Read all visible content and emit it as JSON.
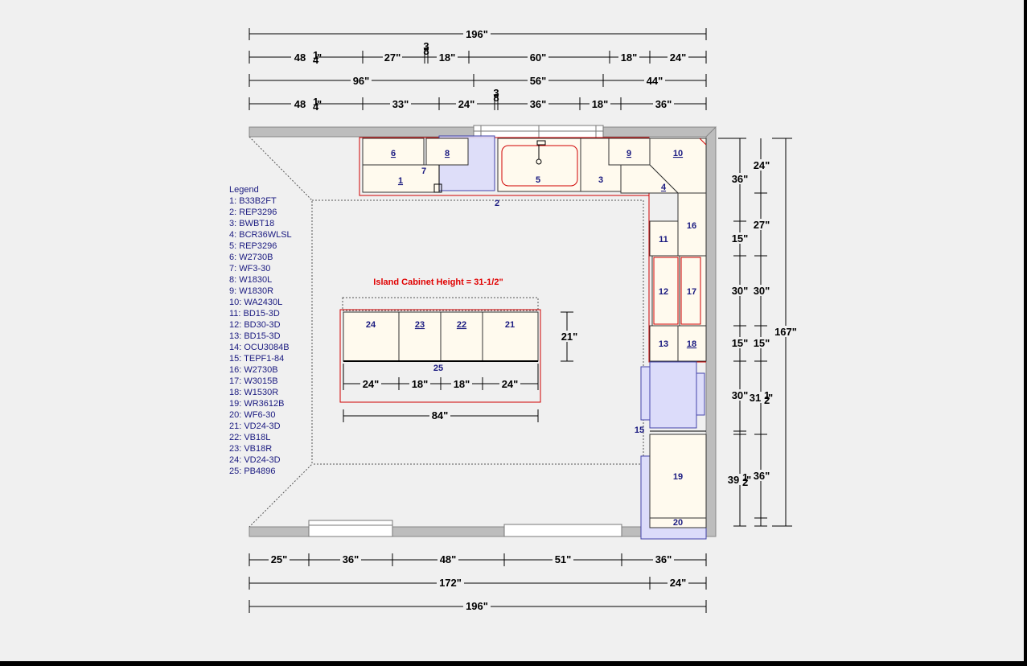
{
  "dims": {
    "top_overall": "196\"",
    "row1": [
      "48",
      "27\"",
      "18\"",
      "60\"",
      "18\"",
      "24\""
    ],
    "row2": [
      "96\"",
      "56\"",
      "44\""
    ],
    "row3": [
      "48",
      "33\"",
      "24\"",
      "36\"",
      "18\"",
      "36\""
    ],
    "bottom1": [
      "25\"",
      "36\"",
      "48\"",
      "51\"",
      "36\""
    ],
    "bottom2": [
      "172\"",
      "24\""
    ],
    "bottom_overall": "196\"",
    "right1": [
      "24\"",
      "27\"",
      "30\"",
      "15\"",
      "31",
      "36\""
    ],
    "right2": [
      "36\"",
      "15\"",
      "30\"",
      "15\"",
      "30\"",
      "39"
    ],
    "right_overall": "167\"",
    "island_width": "84\"",
    "island_depth": "21\"",
    "island_parts": [
      "24\"",
      "18\"",
      "18\"",
      "24\""
    ]
  },
  "island_note": "Island Cabinet Height = 31-1/2\"",
  "legend_title": "Legend",
  "legend": [
    "1: B33B2FT",
    "2: REP3296",
    "3: BWBT18",
    "4: BCR36WLSL",
    "5: REP3296",
    "6: W2730B",
    "7: WF3-30",
    "8: W1830L",
    "9: W1830R",
    "10: WA2430L",
    "11: BD15-3D",
    "12: BD30-3D",
    "13: BD15-3D",
    "14: OCU3084B",
    "15: TEPF1-84",
    "16: W2730B",
    "17: W3015B",
    "18: W1530R",
    "19: WR3612B",
    "20: WF6-30",
    "21: VD24-3D",
    "22: VB18L",
    "23: VB18R",
    "24: VD24-3D",
    "25: PB4896"
  ],
  "cabinets": {
    "c1": "1",
    "c2": "2",
    "c3": "3",
    "c4": "4",
    "c5": "5",
    "c6": "6",
    "c7": "7",
    "c8": "8",
    "c9": "9",
    "c10": "10",
    "c11": "11",
    "c12": "12",
    "c13": "13",
    "c15": "15",
    "c16": "16",
    "c17": "17",
    "c18": "18",
    "c19": "19",
    "c20": "20",
    "c21": "21",
    "c22": "22",
    "c23": "23",
    "c24": "24",
    "c25": "25"
  }
}
